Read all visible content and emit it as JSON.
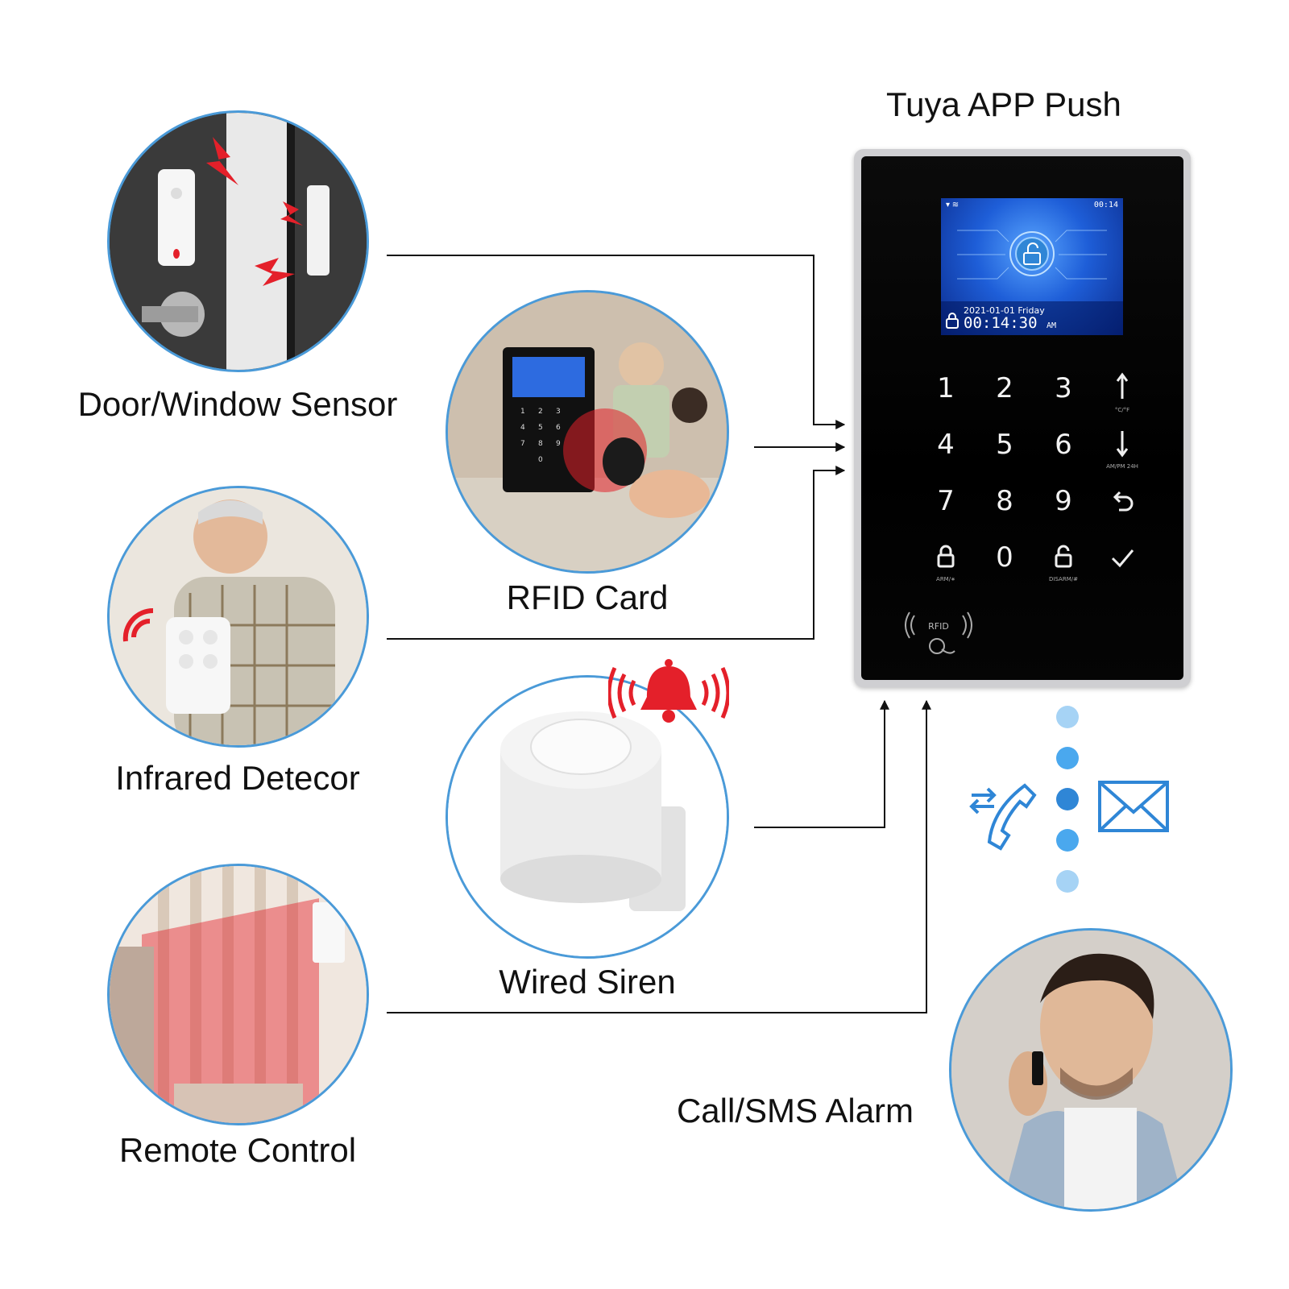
{
  "title": "Tuya APP Push",
  "accessories": {
    "door_sensor": "Door/Window Sensor",
    "rfid_card": "RFID Card",
    "infrared": "Infrared Detecor",
    "siren": "Wired Siren",
    "remote": "Remote Control",
    "call_sms": "Call/SMS Alarm"
  },
  "panel": {
    "lcd_date": "2021-01-01  Friday",
    "lcd_time": "00:14:30",
    "lcd_ampm": "AM",
    "lcd_status_time": "00:14",
    "rfid_label": "RFID",
    "keys": {
      "k1": "1",
      "k2": "2",
      "k3": "3",
      "k4": "4",
      "k5": "5",
      "k6": "6",
      "k7": "7",
      "k8": "8",
      "k9": "9",
      "k0": "0"
    },
    "key_sub": {
      "up": "°C/°F",
      "down": "AM/PM 24H",
      "arm": "ARM/∗",
      "disarm": "DISARM/#"
    }
  },
  "colors": {
    "accent_blue": "#2f86d6",
    "circle_border": "#4a9ad8",
    "alert_red": "#e4202a",
    "panel_bezel": "#cfcfd2",
    "lcd_blue": "#1e5ed8"
  },
  "icons": {
    "bell": "bell-icon",
    "phone": "phone-icon",
    "envelope": "envelope-icon",
    "lock": "lock-icon",
    "unlock": "unlock-icon",
    "check": "check-icon",
    "back": "back-arrow-icon",
    "rfid": "rfid-icon"
  }
}
